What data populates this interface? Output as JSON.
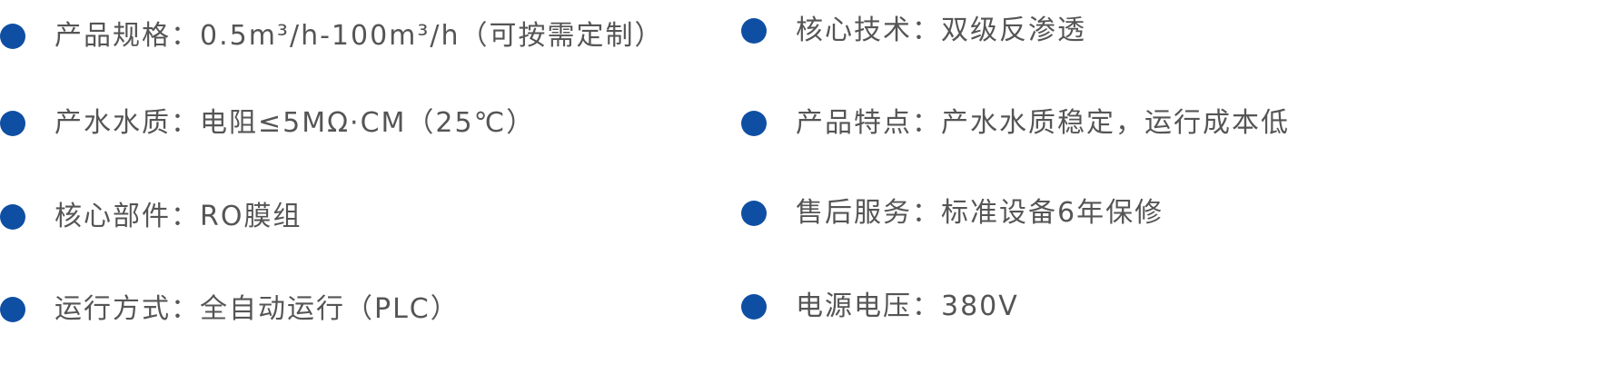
{
  "specs": {
    "left": [
      {
        "text": "产品规格：0.5m³/h-100m³/h（可按需定制）"
      },
      {
        "text": "产水水质：电阻≤5MΩ·CM（25℃）"
      },
      {
        "text": "核心部件：RO膜组"
      },
      {
        "text": "运行方式：全自动运行（PLC）"
      }
    ],
    "right": [
      {
        "text": "核心技术：双级反渗透"
      },
      {
        "text": "产品特点：产水水质稳定，运行成本低"
      },
      {
        "text": "售后服务：标准设备6年保修"
      },
      {
        "text": "电源电压：380V"
      }
    ]
  },
  "colors": {
    "bullet": "#0f4fa3",
    "text": "#555555",
    "background": "#ffffff"
  }
}
